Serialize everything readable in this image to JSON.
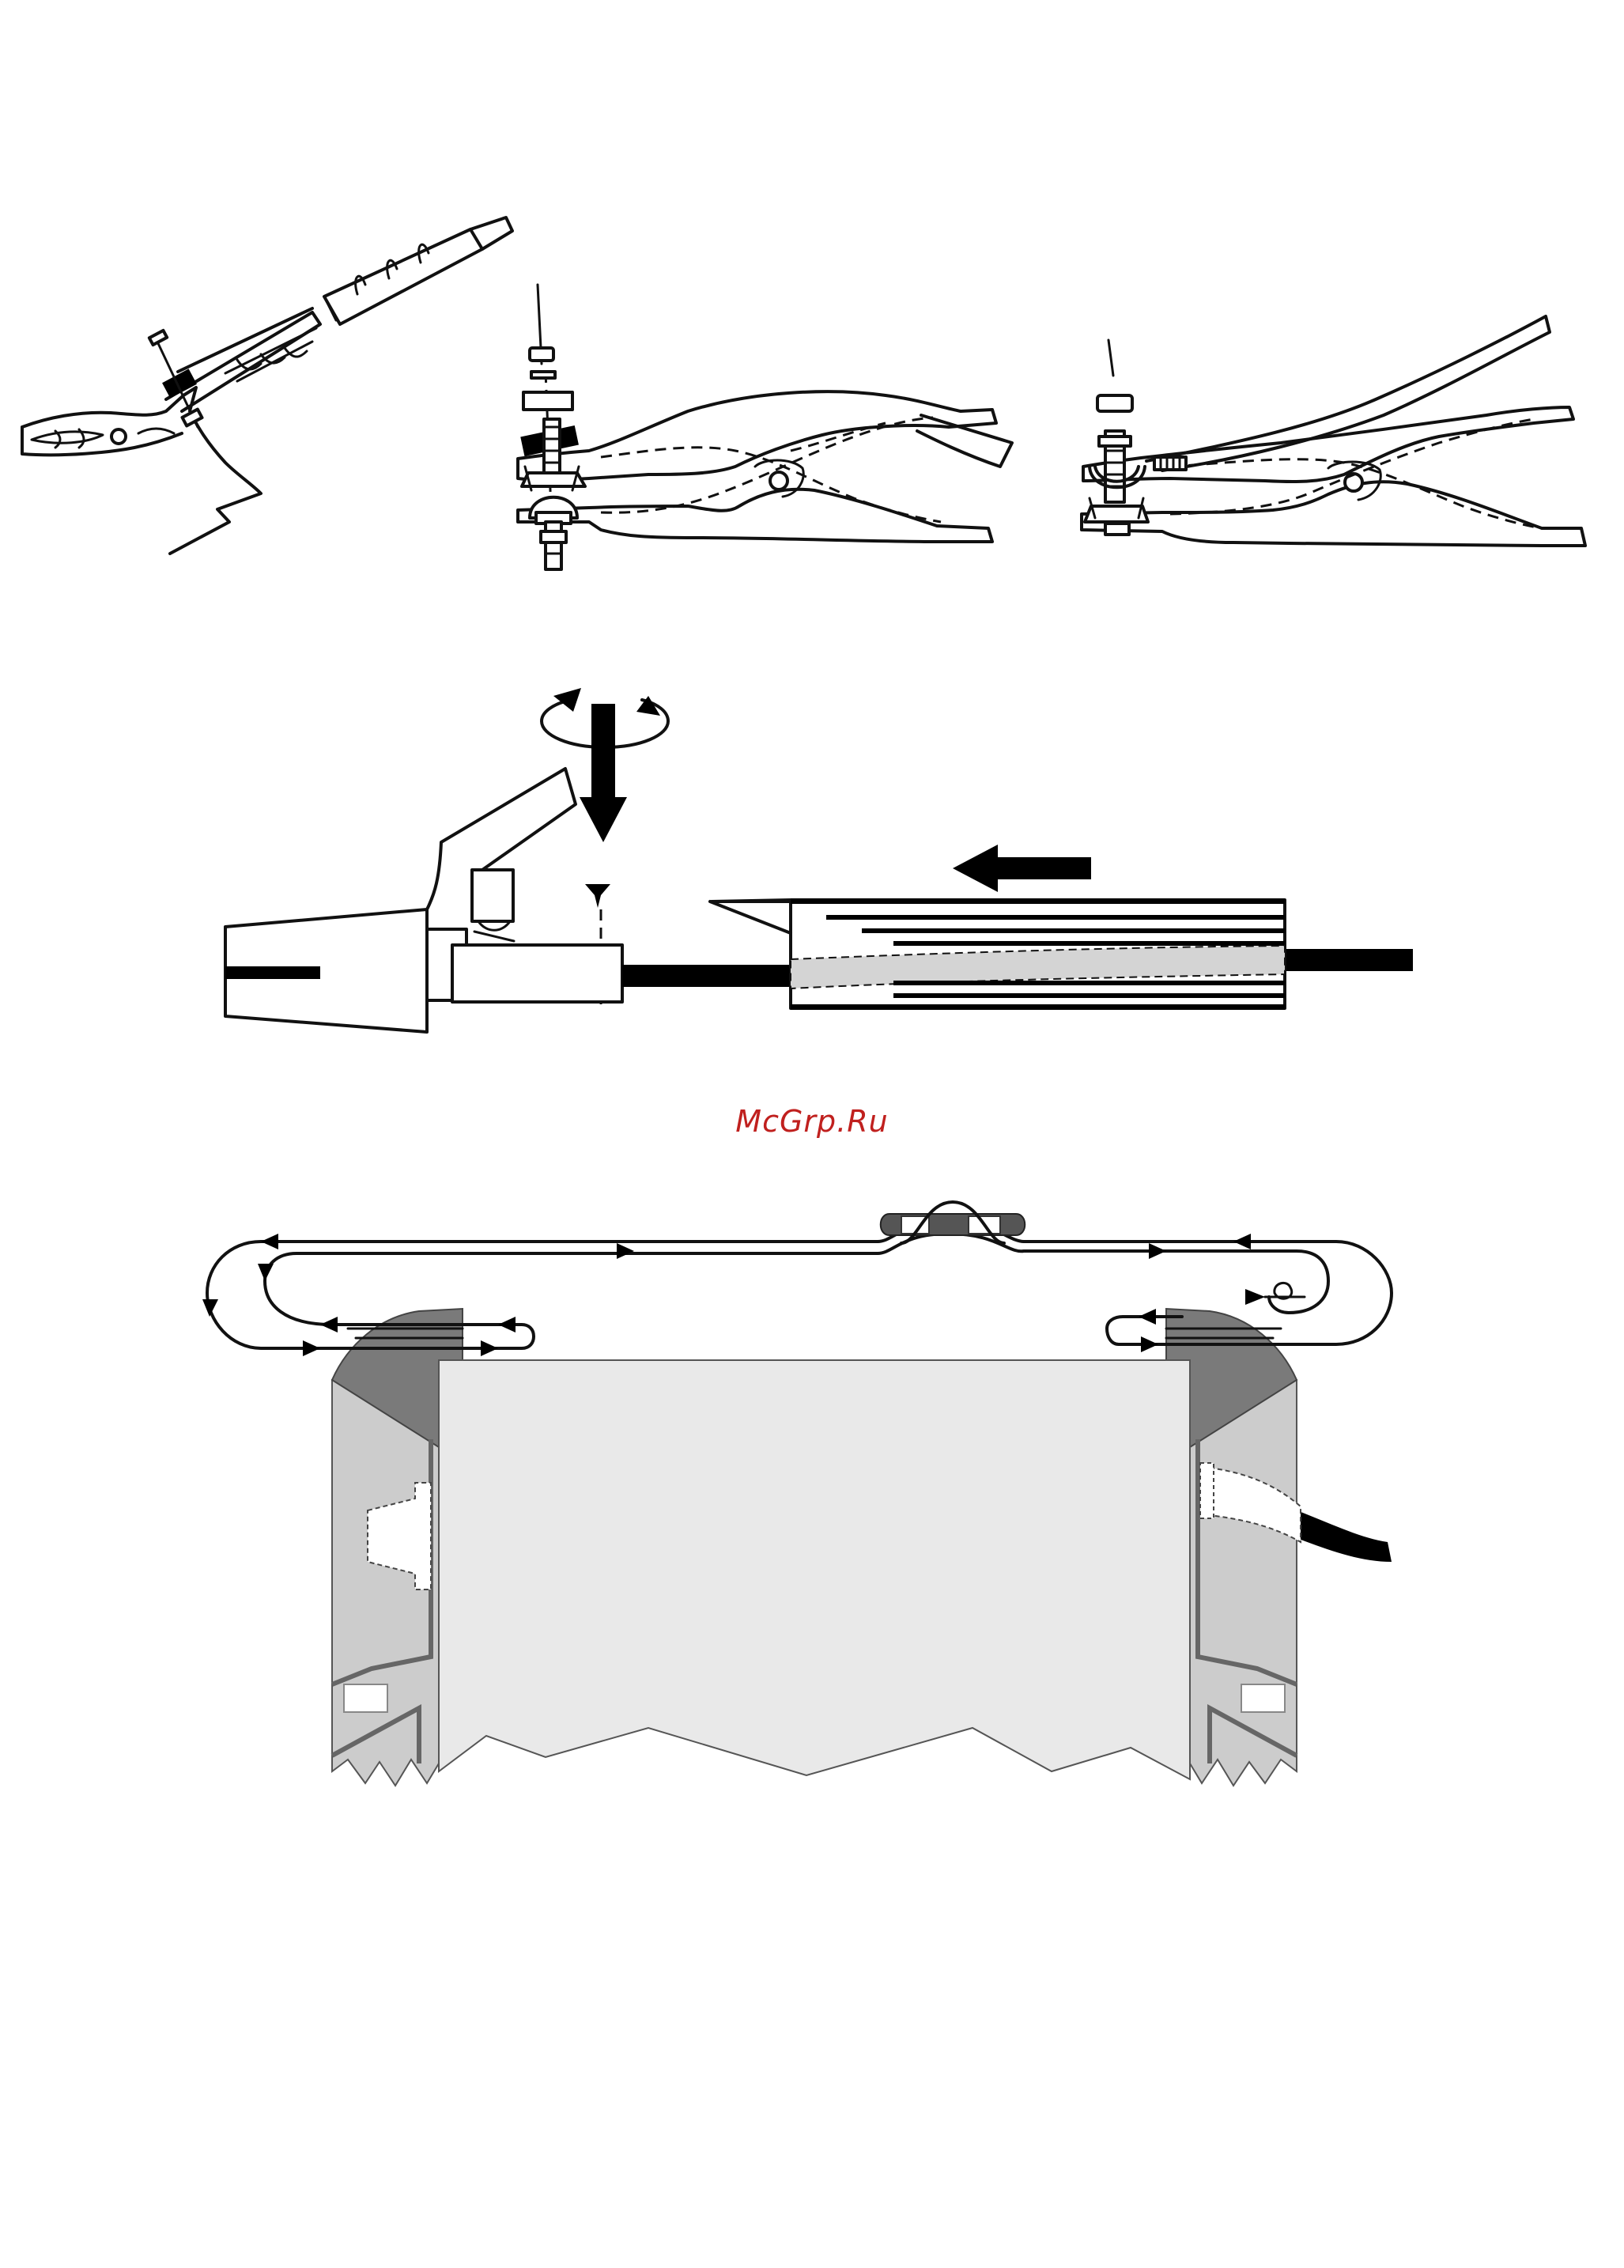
{
  "watermark": {
    "text": "McGrp.Ru",
    "color": "#c0201e"
  },
  "colors": {
    "ink": "#111111",
    "panel_light": "#e9e9e9",
    "panel_mid": "#cccccc",
    "panel_dark": "#7a7a7a",
    "cable_grey": "#d4d4d4"
  },
  "figures": [
    {
      "name": "clamp-cable-insertion"
    },
    {
      "name": "clamp-screw-exploded"
    },
    {
      "name": "clamp-screw-assembled"
    },
    {
      "name": "holder-cable-assembly"
    },
    {
      "name": "cable-routing-on-housing"
    }
  ]
}
